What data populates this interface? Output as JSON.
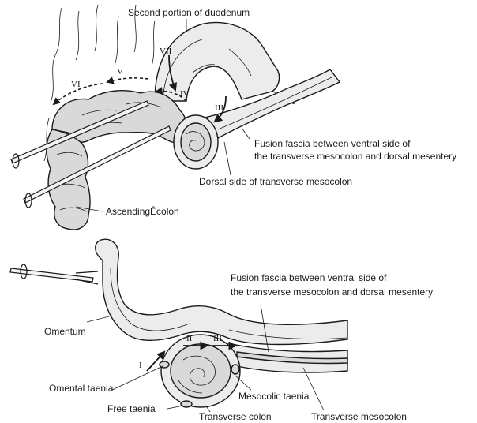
{
  "top_figure": {
    "labels": {
      "duodenum": "Second portion of duodenum",
      "fusion_fascia_line1": "Fusion fascia between ventral side of",
      "fusion_fascia_line2": "the transverse mesocolon and dorsal mesentery",
      "dorsal_side": "Dorsal side of transverse mesocolon",
      "ascending_colon": "AscendingÊcolon"
    },
    "steps": {
      "iii": "III",
      "iv": "IV",
      "v": "V",
      "vi": "VI",
      "vii": "VII"
    }
  },
  "bottom_figure": {
    "labels": {
      "fusion_fascia_line1": "Fusion fascia between ventral side of",
      "fusion_fascia_line2": "the transverse mesocolon and dorsal mesentery",
      "omentum": "Omentum",
      "omental_taenia": "Omental taenia",
      "free_taenia": "Free taenia",
      "transverse_colon": "Transverse colon",
      "mesocolic_taenia": "Mesocolic taenia",
      "transverse_mesocolon": "Transverse mesocolon"
    },
    "steps": {
      "i": "I",
      "ii": "II",
      "iii": "III"
    }
  },
  "icons": [
    "surgical-forceps-icon",
    "arrow-icon"
  ]
}
